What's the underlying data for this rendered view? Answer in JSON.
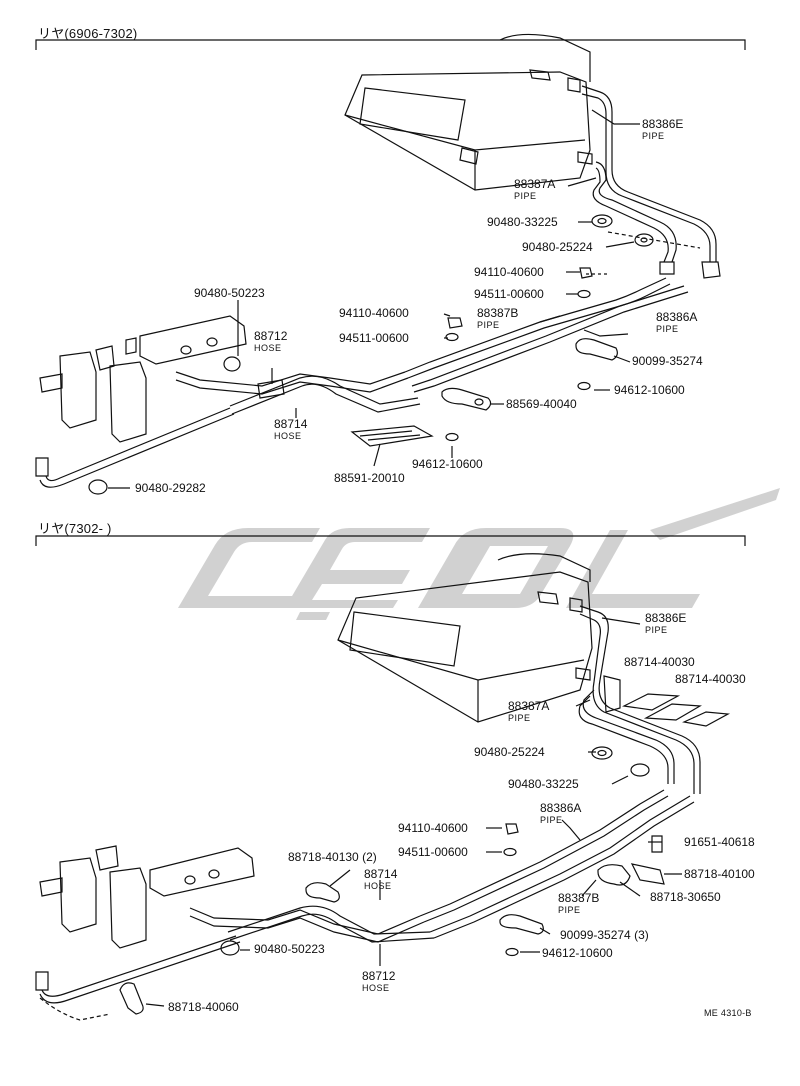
{
  "sections": [
    {
      "title": "リヤ(6906-7302)",
      "parts": {
        "p88386E": {
          "no": "88386E",
          "desc": "PIPE"
        },
        "p88387A": {
          "no": "88387A",
          "desc": "PIPE"
        },
        "p90480_33225": {
          "no": "90480-33225"
        },
        "p90480_25224": {
          "no": "90480-25224"
        },
        "p94110_40600_r": {
          "no": "94110-40600"
        },
        "p94511_00600_r": {
          "no": "94511-00600"
        },
        "p90480_50223": {
          "no": "90480-50223"
        },
        "p94110_40600_l": {
          "no": "94110-40600"
        },
        "p88387B": {
          "no": "88387B",
          "desc": "PIPE"
        },
        "p88386A": {
          "no": "88386A",
          "desc": "PIPE"
        },
        "p88712": {
          "no": "88712",
          "desc": "HOSE"
        },
        "p94511_00600_l": {
          "no": "94511-00600"
        },
        "p90099_35274": {
          "no": "90099-35274"
        },
        "p94612_10600_r": {
          "no": "94612-10600"
        },
        "p88569_40040": {
          "no": "88569-40040"
        },
        "p88714": {
          "no": "88714",
          "desc": "HOSE"
        },
        "p94612_10600_b": {
          "no": "94612-10600"
        },
        "p88591_20010": {
          "no": "88591-20010"
        },
        "p90480_29282": {
          "no": "90480-29282"
        }
      }
    },
    {
      "title": "リヤ(7302-      )",
      "parts": {
        "p88386E": {
          "no": "88386E",
          "desc": "PIPE"
        },
        "p88714_40030_a": {
          "no": "88714-40030"
        },
        "p88714_40030_b": {
          "no": "88714-40030"
        },
        "p88387A": {
          "no": "88387A",
          "desc": "PIPE"
        },
        "p90480_25224": {
          "no": "90480-25224"
        },
        "p90480_33225": {
          "no": "90480-33225"
        },
        "p88386A": {
          "no": "88386A",
          "desc": "PIPE"
        },
        "p94110_40600": {
          "no": "94110-40600"
        },
        "p91651_40618": {
          "no": "91651-40618"
        },
        "p88718_40130": {
          "no": "88718-40130 (2)"
        },
        "p94511_00600": {
          "no": "94511-00600"
        },
        "p88718_40100": {
          "no": "88718-40100"
        },
        "p88714": {
          "no": "88714",
          "desc": "HOSE"
        },
        "p88387B": {
          "no": "88387B",
          "desc": "PIPE"
        },
        "p88718_30650": {
          "no": "88718-30650"
        },
        "p90099_35274": {
          "no": "90099-35274 (3)"
        },
        "p90480_50223": {
          "no": "90480-50223"
        },
        "p94612_10600": {
          "no": "94612-10600"
        },
        "p88712": {
          "no": "88712",
          "desc": "HOSE"
        },
        "p88718_40060": {
          "no": "88718-40060"
        }
      }
    }
  ],
  "figure_code": "ME 4310-B",
  "colors": {
    "ink": "#111111",
    "watermark": "#c9c9c9"
  },
  "watermark_icon": "brand-watermark-logo"
}
